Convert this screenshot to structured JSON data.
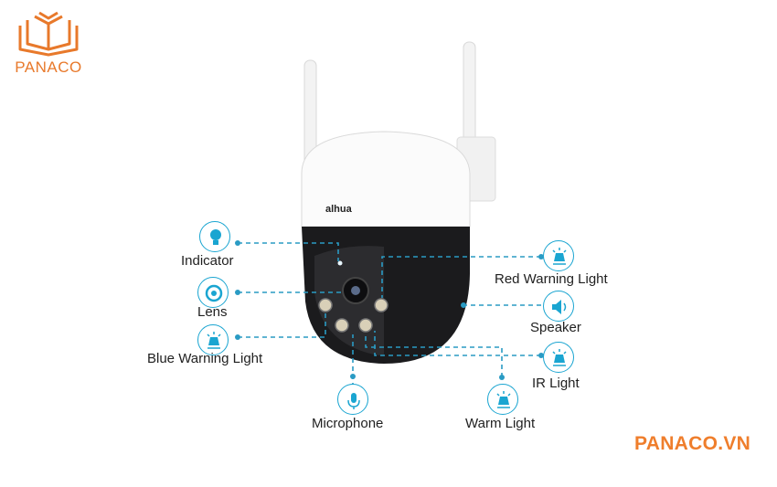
{
  "brand": {
    "logo_text": "PANACO",
    "website": "PANACO.VN"
  },
  "camera": {
    "brand_mark": "alhua"
  },
  "features": [
    {
      "id": "indicator",
      "label": "Indicator",
      "icon": "bulb-icon"
    },
    {
      "id": "lens",
      "label": "Lens",
      "icon": "aperture-icon"
    },
    {
      "id": "blue-warning-light",
      "label": "Blue Warning Light",
      "icon": "light-icon"
    },
    {
      "id": "microphone",
      "label": "Microphone",
      "icon": "microphone-icon"
    },
    {
      "id": "warm-light",
      "label": "Warm Light",
      "icon": "light-icon"
    },
    {
      "id": "ir-light",
      "label": "IR Light",
      "icon": "light-icon"
    },
    {
      "id": "speaker",
      "label": "Speaker",
      "icon": "speaker-icon"
    },
    {
      "id": "red-warning-light",
      "label": "Red Warning Light",
      "icon": "light-icon"
    }
  ],
  "colors": {
    "accent": "#1aa5d1",
    "brand": "#ef7e2c",
    "camera_body": "#1b1b1d",
    "camera_housing": "#ffffff"
  }
}
